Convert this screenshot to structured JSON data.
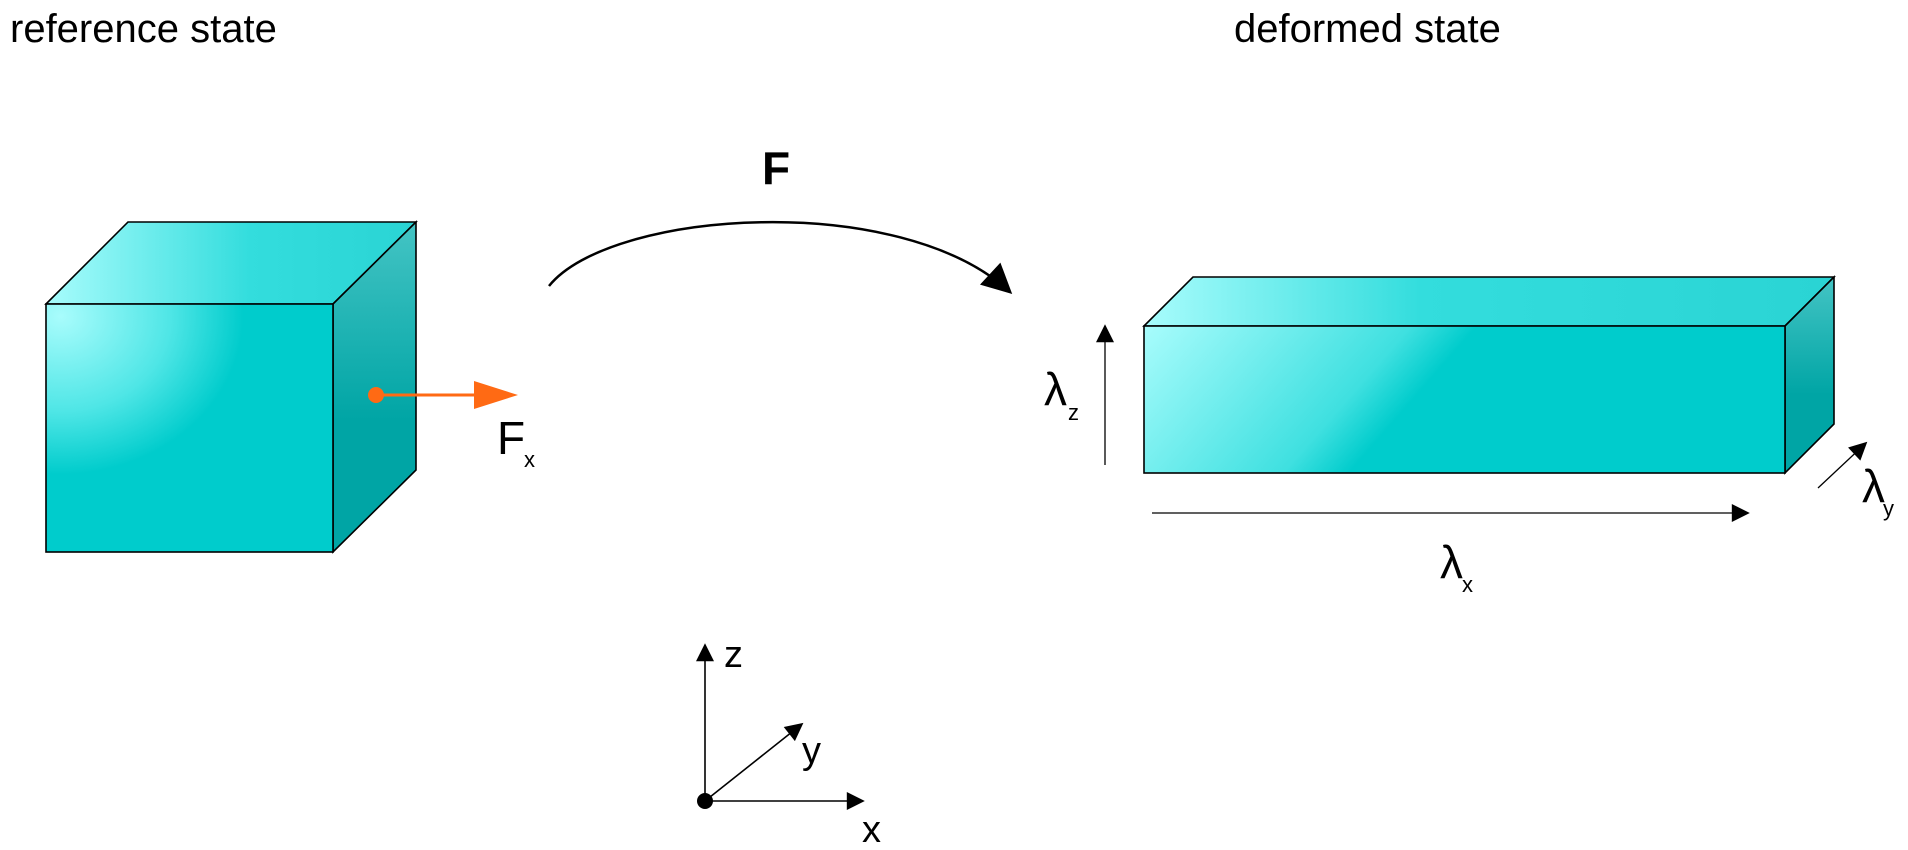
{
  "titles": {
    "reference": "reference state",
    "deformed": "deformed state"
  },
  "labels": {
    "mapping": "F",
    "force_main": "F",
    "force_sub": "x",
    "stretch_main": "λ",
    "stretch_x_sub": "x",
    "stretch_y_sub": "y",
    "stretch_z_sub": "z"
  },
  "axes": {
    "x": "x",
    "y": "y",
    "z": "z"
  },
  "colors": {
    "cube_front": "#00cccc",
    "cube_top": "#33dddd",
    "cube_side": "#00a5a5",
    "highlight": "#a8fcfc",
    "force_arrow": "#ff6a14",
    "stroke": "#000000"
  },
  "icons": {
    "reference_body": "cube-icon",
    "deformed_body": "bar-icon"
  }
}
